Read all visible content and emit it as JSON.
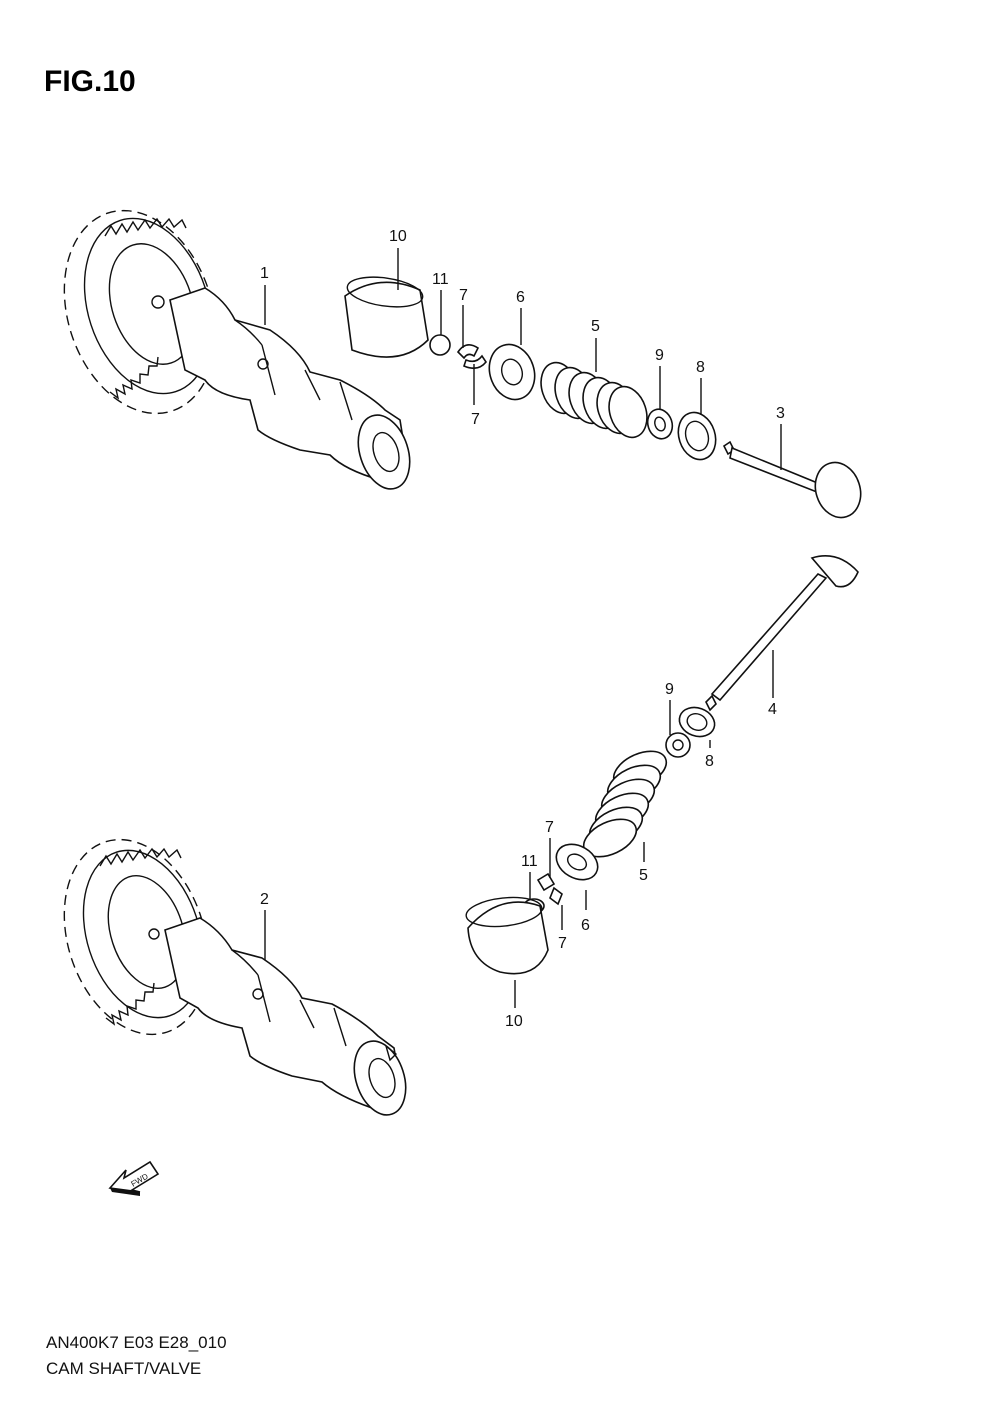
{
  "figure": {
    "title": "FIG.10"
  },
  "callouts": [
    {
      "num": "10",
      "name": "callout-10-upper"
    },
    {
      "num": "1",
      "name": "callout-1"
    },
    {
      "num": "11",
      "name": "callout-11-upper"
    },
    {
      "num": "7",
      "name": "callout-7-upper-a"
    },
    {
      "num": "7",
      "name": "callout-7-upper-b"
    },
    {
      "num": "6",
      "name": "callout-6-upper"
    },
    {
      "num": "5",
      "name": "callout-5-upper"
    },
    {
      "num": "9",
      "name": "callout-9-upper"
    },
    {
      "num": "8",
      "name": "callout-8-upper"
    },
    {
      "num": "3",
      "name": "callout-3"
    },
    {
      "num": "4",
      "name": "callout-4"
    },
    {
      "num": "9",
      "name": "callout-9-lower"
    },
    {
      "num": "8",
      "name": "callout-8-lower"
    },
    {
      "num": "5",
      "name": "callout-5-lower"
    },
    {
      "num": "7",
      "name": "callout-7-lower-a"
    },
    {
      "num": "11",
      "name": "callout-11-lower"
    },
    {
      "num": "6",
      "name": "callout-6-lower"
    },
    {
      "num": "7",
      "name": "callout-7-lower-b"
    },
    {
      "num": "2",
      "name": "callout-2"
    },
    {
      "num": "10",
      "name": "callout-10-lower"
    }
  ],
  "fwd_marker": {
    "text": "FWD",
    "icon": "fwd-arrow-icon"
  },
  "footer": {
    "code": "AN400K7 E03 E28_010",
    "caption": "CAM SHAFT/VALVE"
  }
}
